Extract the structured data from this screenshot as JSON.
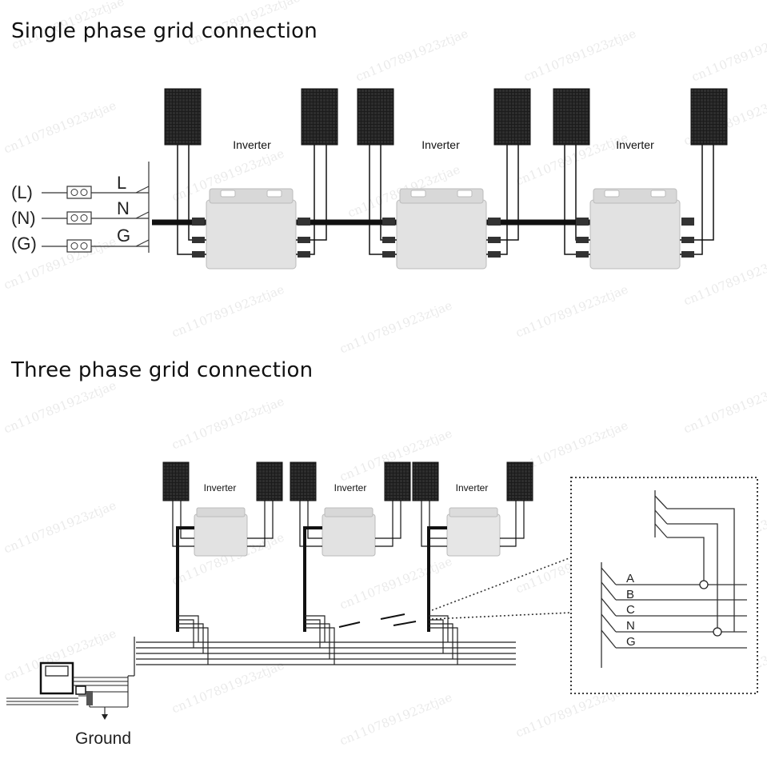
{
  "titles": {
    "single_phase": "Single phase grid connection",
    "three_phase": "Three phase grid connection"
  },
  "inverter_label": "Inverter",
  "single_phase_terminals": [
    "(L)",
    "(N)",
    "(G)"
  ],
  "single_phase_lines": [
    "L",
    "N",
    "G"
  ],
  "three_phase_lines": [
    "A",
    "B",
    "C",
    "N",
    "G"
  ],
  "ground_label": "Ground",
  "watermark": "cn1107891923ztjae",
  "colors": {
    "panel": "#1b1b1b",
    "inverter": "#e2e2e2",
    "wire": "#111111"
  }
}
